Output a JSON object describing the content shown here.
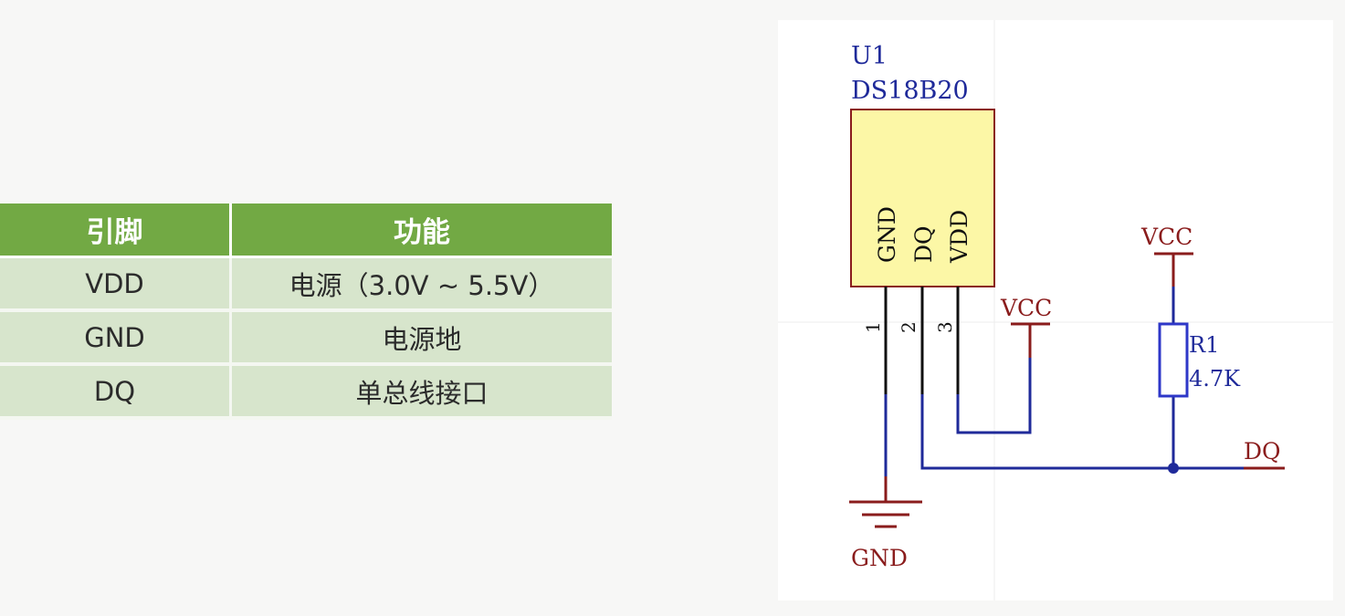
{
  "pin_table": {
    "headers": [
      "引脚",
      "功能"
    ],
    "rows": [
      {
        "pin": "VDD",
        "function": "电源（3.0V ~ 5.5V）"
      },
      {
        "pin": "GND",
        "function": "电源地"
      },
      {
        "pin": "DQ",
        "function": "单总线接口"
      }
    ]
  },
  "schematic": {
    "component": {
      "designator": "U1",
      "part": "DS18B20",
      "pins": [
        {
          "name": "GND",
          "number": "1"
        },
        {
          "name": "DQ",
          "number": "2"
        },
        {
          "name": "VDD",
          "number": "3"
        }
      ]
    },
    "resistor": {
      "designator": "R1",
      "value": "4.7K"
    },
    "nets": {
      "vcc_top": "VCC",
      "vcc_chip": "VCC",
      "dq": "DQ",
      "gnd": "GND"
    },
    "colors": {
      "wire": "#1f2a9a",
      "power": "#8a1c1c",
      "body_fill": "#fcf7a6",
      "body_border": "#8a1c1c",
      "resistor": "#2e37c8",
      "header_green": "#72a944",
      "row_green": "#d7e5cc"
    }
  }
}
